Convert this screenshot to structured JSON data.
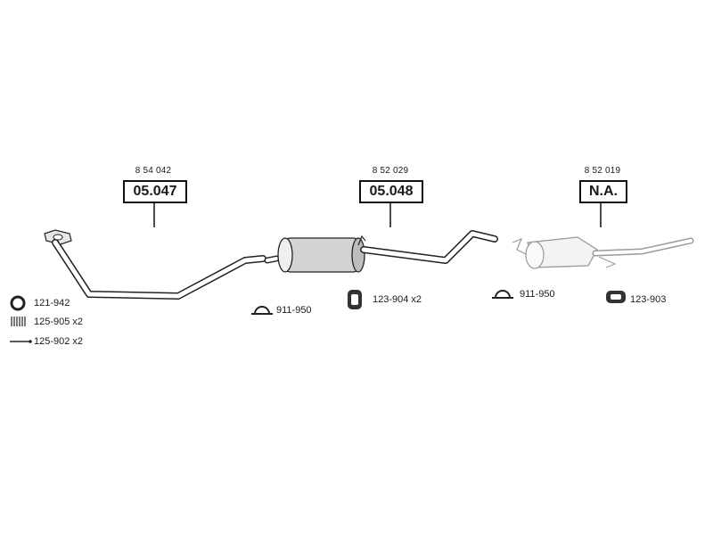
{
  "assemblies": [
    {
      "oe_number": "8 54 042",
      "code": "05.047"
    },
    {
      "oe_number": "8 52 029",
      "code": "05.048"
    },
    {
      "oe_number": "8 52 019",
      "code": "N.A."
    }
  ],
  "fittings": {
    "seal_ring": "121-942",
    "spring": "125-905 x2",
    "bolt": "125-902 x2",
    "clamp_1": "911-950",
    "rubber_mount_1": "123-904 x2",
    "clamp_2": "911-950",
    "rubber_mount_2": "123-903"
  },
  "colors": {
    "line": "#222222",
    "ghost": "#9a9a9a",
    "part_fill": "#d9d9d9"
  }
}
